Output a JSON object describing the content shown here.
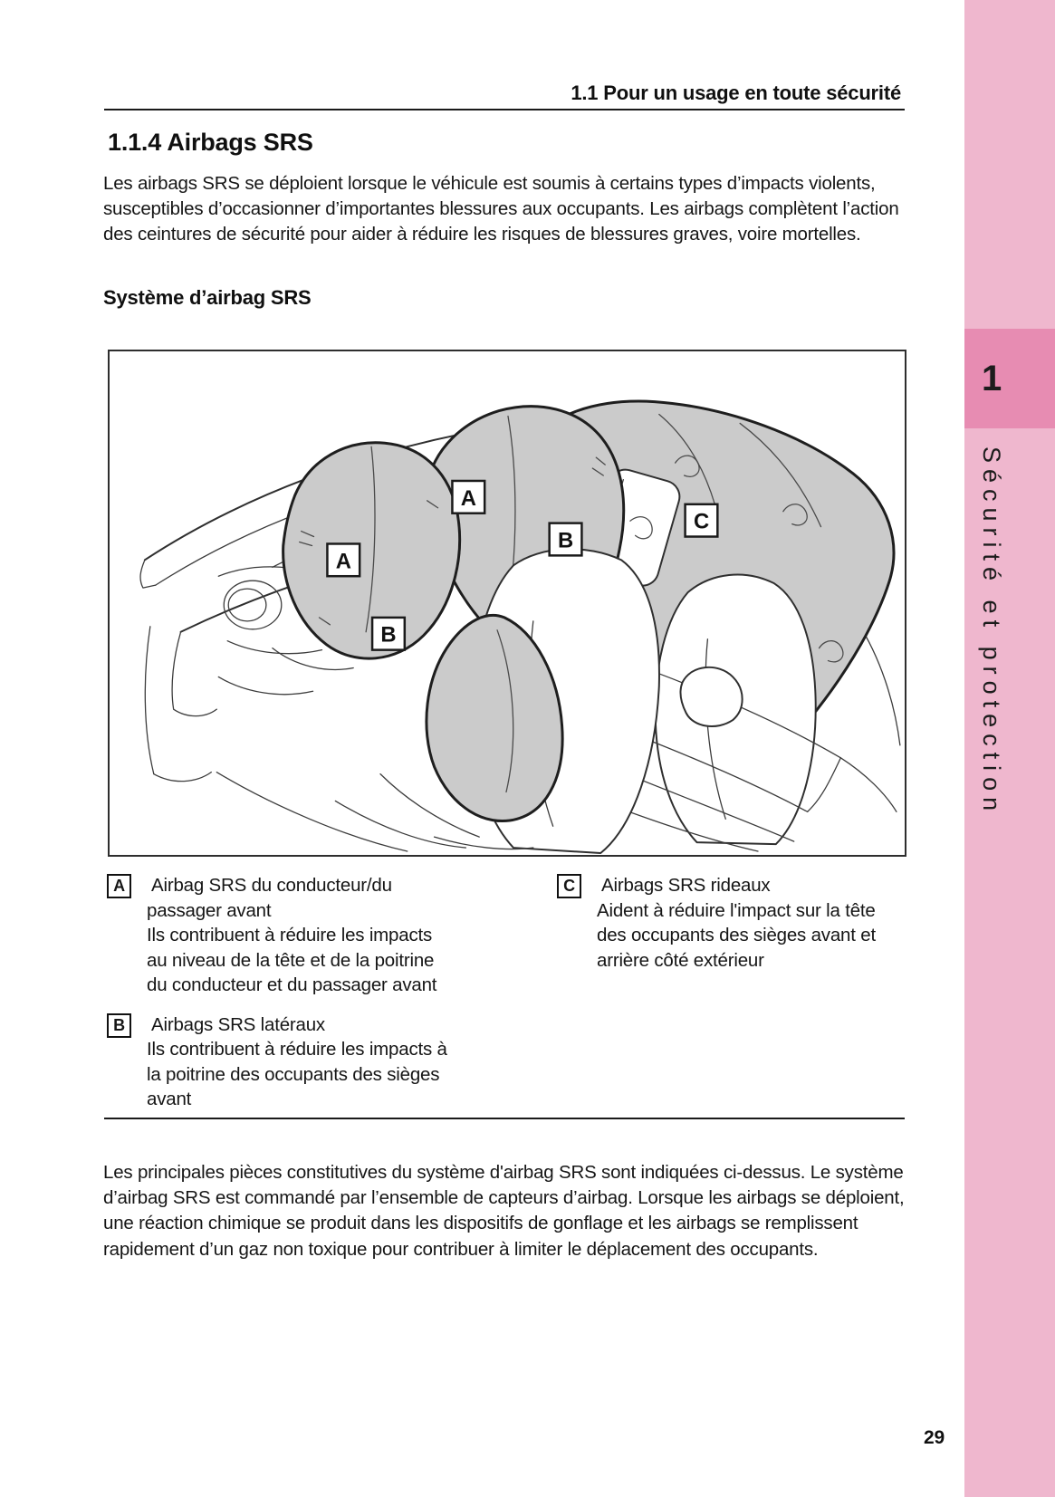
{
  "page": {
    "header": "1.1  Pour un usage en toute sécurité",
    "page_number": "29"
  },
  "sidebar": {
    "chapter_number": "1",
    "chapter_title": "Sécurité et protection",
    "strip_color": "#EFB7CE",
    "tab_color": "#E78CB2"
  },
  "section": {
    "title": "1.1.4  Airbags SRS",
    "intro": "Les airbags SRS se déploient lorsque le véhicule est soumis à certains types d’impacts violents, susceptibles d’occasionner d’importantes blessures aux occupants. Les airbags complètent l’action des ceintures de sécurité pour aider à réduire les risques de blessures graves, voire mortelles.",
    "subheading": "Système d’airbag SRS"
  },
  "figure": {
    "description": "Vue intérieure du véhicule montrant les airbags SRS déployés",
    "labels": [
      {
        "letter": "A"
      },
      {
        "letter": "A"
      },
      {
        "letter": "B"
      },
      {
        "letter": "B"
      },
      {
        "letter": "C"
      }
    ]
  },
  "legend": {
    "items": [
      {
        "marker": "A",
        "lines": [
          "Airbag SRS du conducteur/du",
          "passager avant",
          "Ils contribuent à réduire les impacts",
          "au niveau de la tête et de la poitrine",
          "du conducteur et du passager avant"
        ]
      },
      {
        "marker": "B",
        "lines": [
          "Airbags SRS latéraux",
          "Ils contribuent à réduire les impacts à",
          "la poitrine des occupants des sièges",
          "avant"
        ]
      },
      {
        "marker": "C",
        "lines": [
          "Airbags SRS rideaux",
          "Aident à réduire l'impact sur la tête",
          "des occupants des sièges avant et",
          "arrière côté extérieur"
        ]
      }
    ]
  },
  "body": {
    "paragraph": "Les principales pièces constitutives du système d'airbag SRS sont indiquées ci-dessus. Le système d’airbag SRS est commandé par l’ensemble de capteurs d’airbag. Lorsque les airbags se déploient, une réaction chimique se produit dans les dispositifs de gonflage et les airbags se remplissent rapidement d’un gaz non toxique pour contribuer à limiter le déplacement des occupants."
  }
}
